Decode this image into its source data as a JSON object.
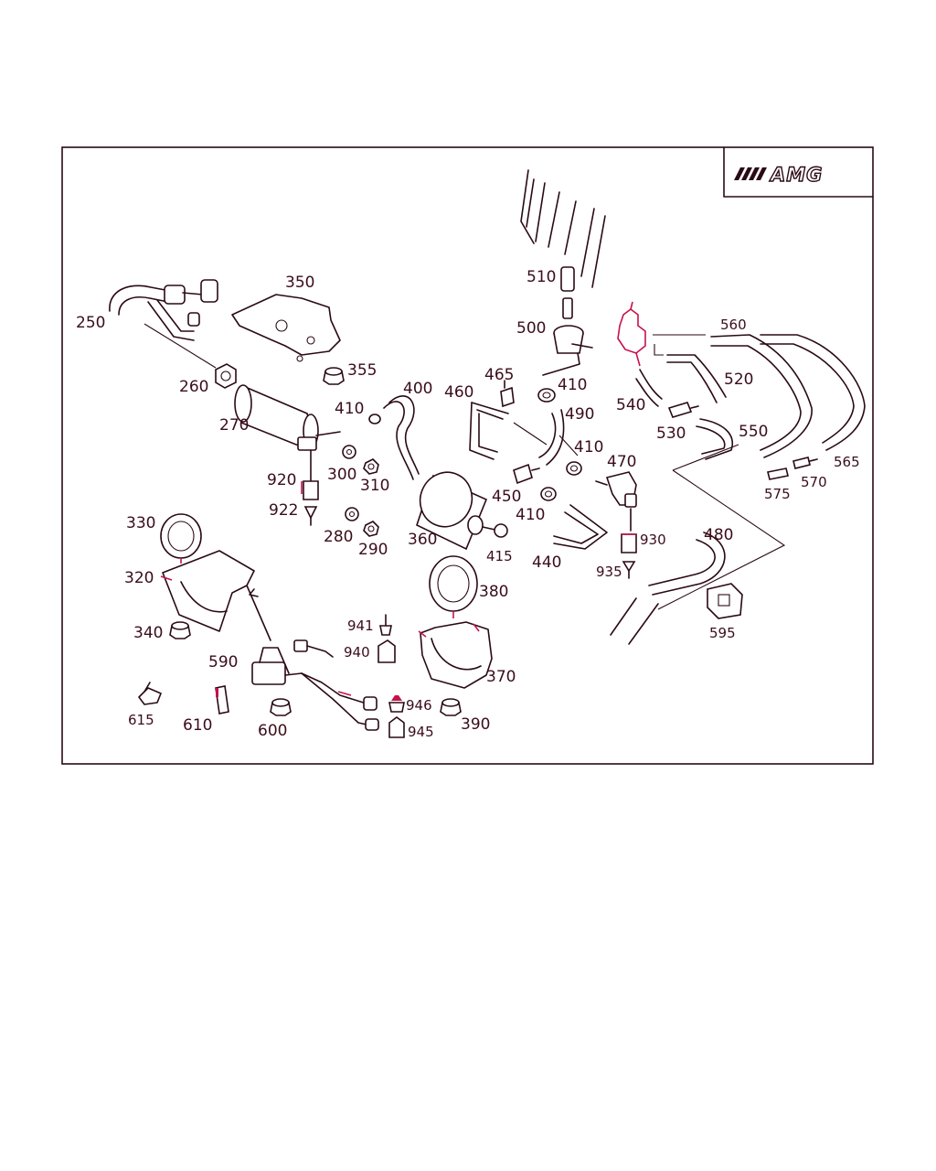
{
  "logo": {
    "text": "AMG"
  },
  "labels": {
    "l250": "250",
    "l260": "260",
    "l270": "270",
    "l280": "280",
    "l290": "290",
    "l300": "300",
    "l310": "310",
    "l320": "320",
    "l330": "330",
    "l340": "340",
    "l350": "350",
    "l355": "355",
    "l360": "360",
    "l370": "370",
    "l380": "380",
    "l390": "390",
    "l400": "400",
    "l410a": "410",
    "l410b": "410",
    "l410c": "410",
    "l410d": "410",
    "l415": "415",
    "l440": "440",
    "l450": "450",
    "l460": "460",
    "l465": "465",
    "l470": "470",
    "l480": "480",
    "l490": "490",
    "l500": "500",
    "l510": "510",
    "l520": "520",
    "l530": "530",
    "l540": "540",
    "l550": "550",
    "l560": "560",
    "l565": "565",
    "l570": "570",
    "l575": "575",
    "l590": "590",
    "l595": "595",
    "l600": "600",
    "l610": "610",
    "l615": "615",
    "l920": "920",
    "l922": "922",
    "l930": "930",
    "l935": "935",
    "l940": "940",
    "l941": "941",
    "l945": "945",
    "l946": "946"
  },
  "colors": {
    "ink": "#2a0a14",
    "label": "#3a0d1a",
    "highlight": "#c6124a"
  }
}
